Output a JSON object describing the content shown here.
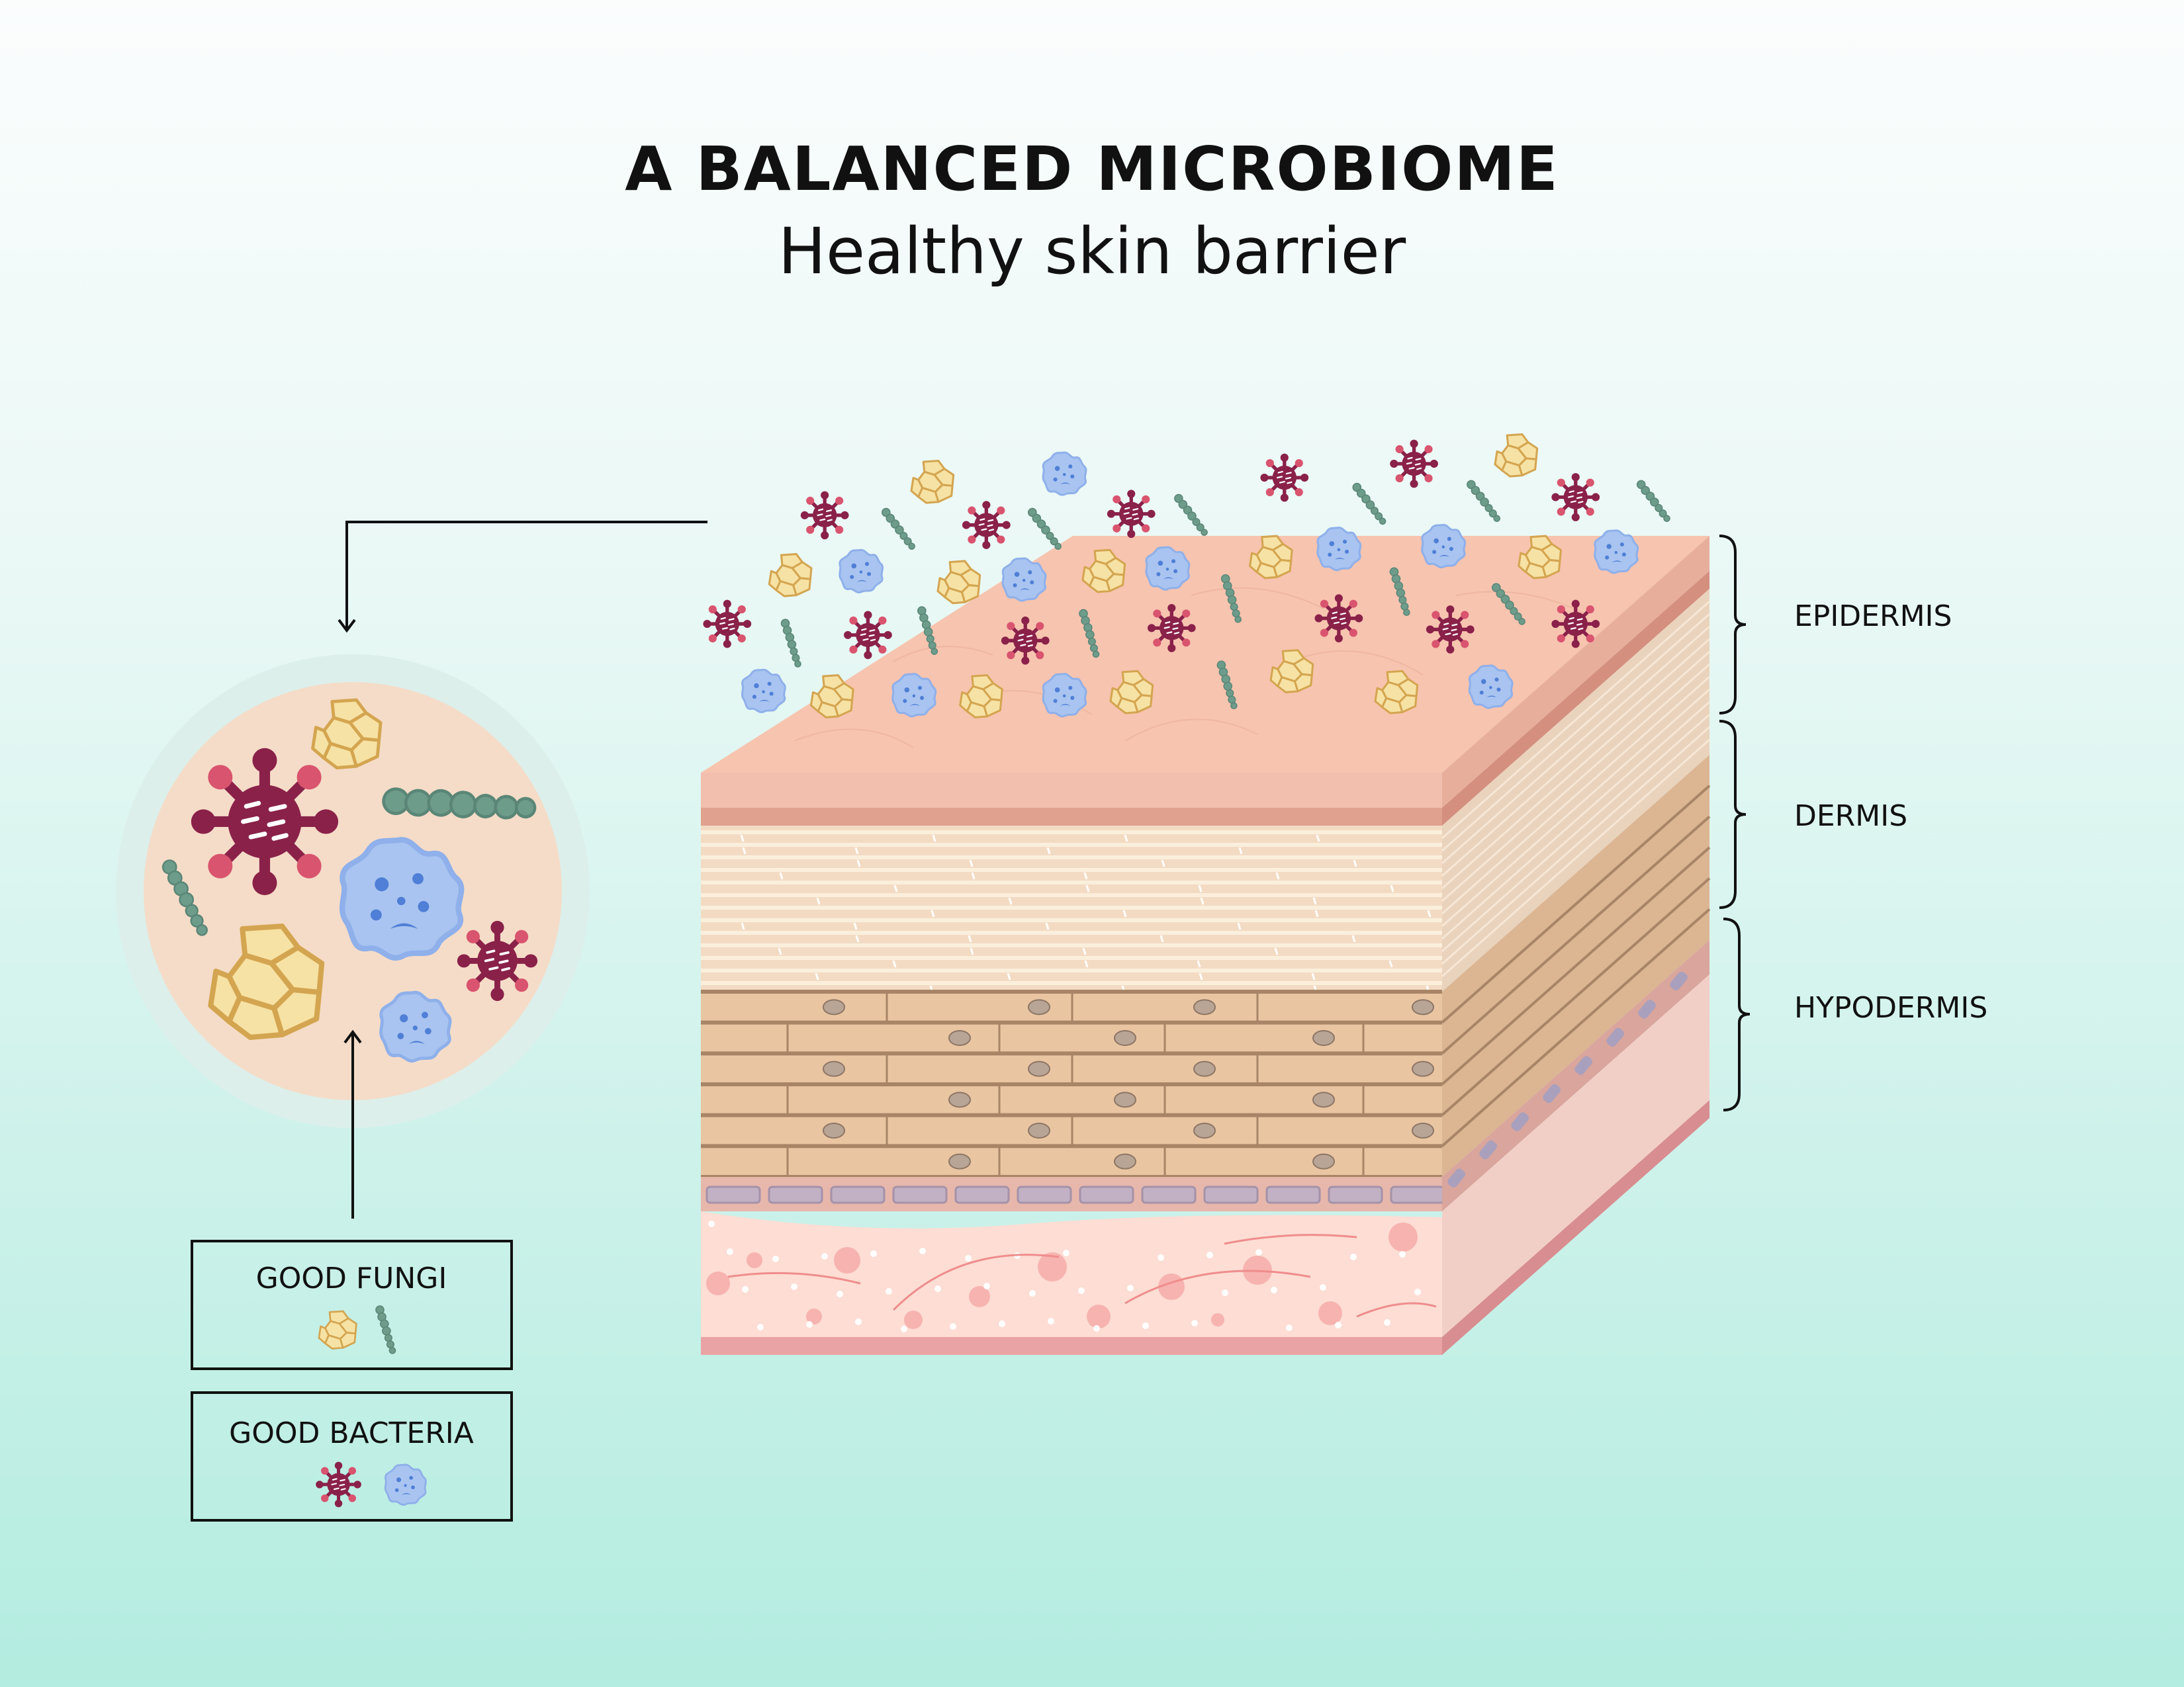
{
  "header": {
    "title": "A BALANCED MICROBIOME",
    "subtitle": "Healthy skin barrier"
  },
  "layers": [
    {
      "label": "EPIDERMIS"
    },
    {
      "label": "DERMIS"
    },
    {
      "label": "HYPODERMIS"
    }
  ],
  "legend": [
    {
      "label": "GOOD FUNGI",
      "icons": [
        "fungus-icon",
        "chain-fungus-icon"
      ]
    },
    {
      "label": "GOOD BACTERIA",
      "icons": [
        "virus-bacteria-icon",
        "blob-bacteria-icon"
      ]
    }
  ],
  "colors": {
    "bg_top": "#f7fcfb",
    "bg_bottom": "#b3ece0",
    "bacteria_dark": "#8a2149",
    "bacteria_pink": "#d9546e",
    "bacteria_blue": "#a9c4f0",
    "fungus_yellow": "#f3d98f",
    "fungus_green": "#6e9c8b",
    "skin_top": "#f7c4af"
  }
}
